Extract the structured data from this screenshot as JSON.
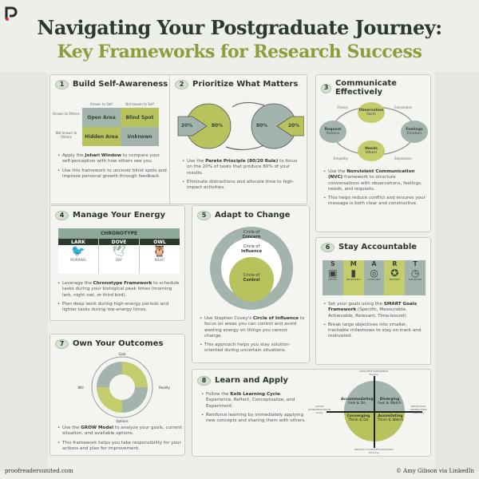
{
  "title": {
    "line1": "Navigating Your Postgraduate Journey:",
    "line2": "Key Frameworks for Research Success"
  },
  "colors": {
    "green": "#b9c35e",
    "sage": "#9fb2aa",
    "dark": "#2c3a2e",
    "olive": "#8e9c3c"
  },
  "cards": [
    {
      "num": "1",
      "title": "Build Self-Awareness",
      "grid": {
        "col1": "Known to Self",
        "col2": "Not known to Self",
        "row1": "Known to Others",
        "row2": "Not known to Others",
        "cells": [
          "Open Area",
          "Blind Spot",
          "Hidden Area",
          "Unknown"
        ]
      },
      "bullets": [
        {
          "pre": "Apply the ",
          "bold": "Johari Window",
          "post": " to compare your self-perception with how others see you."
        },
        {
          "pre": "Use this framework to uncover blind spots and improve personal growth through feedback.",
          "bold": "",
          "post": ""
        }
      ]
    },
    {
      "num": "2",
      "title": "Prioritize What Matters",
      "pie": {
        "small": "20%",
        "large": "80%"
      },
      "bullets": [
        {
          "pre": "Use the ",
          "bold": "Pareto Principle (80/20 Rule)",
          "post": " to focus on the 20% of tasks that produce 80% of your results."
        },
        {
          "pre": "Eliminate distractions and allocate time to high-impact activities.",
          "bold": "",
          "post": ""
        }
      ]
    },
    {
      "num": "3",
      "title": "Communicate Effectively",
      "nodes": [
        {
          "t": "Observation",
          "s": "Facts"
        },
        {
          "t": "Feelings",
          "s": "Emotion"
        },
        {
          "t": "Needs",
          "s": "Values"
        },
        {
          "t": "Request",
          "s": "Actions"
        }
      ],
      "arrows": [
        "Connection",
        "Expression",
        "Empathy",
        "Choice"
      ],
      "bullets": [
        {
          "pre": "Use the ",
          "bold": "Nonviolent Communication (NVC)",
          "post": " framework to structure conversations with observations, feelings, needs, and requests."
        },
        {
          "pre": "This helps reduce conflict and ensures your message is both clear and constructive.",
          "bold": "",
          "post": ""
        }
      ]
    },
    {
      "num": "4",
      "title": "Manage Your Energy",
      "chronotype": {
        "header": "CHRONOTYPE",
        "types": [
          {
            "n": "LARK",
            "t": "MORNING"
          },
          {
            "n": "DOVE",
            "t": "DAY"
          },
          {
            "n": "OWL",
            "t": "NIGHT"
          }
        ]
      },
      "bullets": [
        {
          "pre": "Leverage the ",
          "bold": "Chronotype Framework",
          "post": " to schedule tasks during your biological peak times (morning lark, night owl, or third bird)."
        },
        {
          "pre": "Plan deep work during high-energy periods and lighter tasks during low-energy times.",
          "bold": "",
          "post": ""
        }
      ]
    },
    {
      "num": "5",
      "title": "Adapt to Change",
      "circles": [
        {
          "a": "Circle of",
          "b": "Concern"
        },
        {
          "a": "Circle of",
          "b": "Influence"
        },
        {
          "a": "Circle of",
          "b": "Control"
        }
      ],
      "bullets": [
        {
          "pre": "Use Stephen Covey's ",
          "bold": "Circle of Influence",
          "post": " to focus on areas you can control and avoid wasting energy on things you cannot change."
        },
        {
          "pre": "This approach helps you stay solution-oriented during uncertain situations.",
          "bold": "",
          "post": ""
        }
      ]
    },
    {
      "num": "6",
      "title": "Stay Accountable",
      "smart": [
        {
          "l": "S",
          "w": "SPECIFIC",
          "i": "presenter"
        },
        {
          "l": "M",
          "w": "MEASURABLE",
          "i": "bar-chart"
        },
        {
          "l": "A",
          "w": "ACHIEVABLE",
          "i": "target"
        },
        {
          "l": "R",
          "w": "RELEVANT",
          "i": "star"
        },
        {
          "l": "T",
          "w": "TIME-BOUND",
          "i": "clock"
        }
      ],
      "bullets": [
        {
          "pre": "Set your goals using the ",
          "bold": "SMART Goals Framework",
          "post": " (Specific, Measurable, Achievable, Relevant, Time-bound)."
        },
        {
          "pre": "Break large objectives into smaller, trackable milestones to stay on track and motivated.",
          "bold": "",
          "post": ""
        }
      ]
    },
    {
      "num": "7",
      "title": "Own Your Outcomes",
      "grow": [
        "Goal",
        "Reality",
        "Options",
        "Will"
      ],
      "bullets": [
        {
          "pre": "Use the ",
          "bold": "GROW Model",
          "post": " to analyze your goals, current situation, and available options."
        },
        {
          "pre": "This framework helps you take responsibility for your actions and plan for improvement.",
          "bold": "",
          "post": ""
        }
      ]
    },
    {
      "num": "8",
      "title": "Learn and Apply",
      "kolb": {
        "top": "CONCRETE EXPERIENCE",
        "top_s": "Feeling",
        "right": "REFLECTIVE OBSERVATION",
        "right_s": "Watching",
        "bottom": "ABSTRACT CONCEPTUALIZATION",
        "bottom_s": "Thinking",
        "left": "ACTIVE EXPERIMENTATION",
        "left_s": "Doing",
        "q": [
          {
            "t": "Accommodating",
            "s": "Feel & Do"
          },
          {
            "t": "Diverging",
            "s": "Feel & Watch"
          },
          {
            "t": "Converging",
            "s": "Think & Do"
          },
          {
            "t": "Assimilating",
            "s": "Think & Watch"
          }
        ]
      },
      "bullets": [
        {
          "pre": "Follow the ",
          "bold": "Kolb Learning Cycle",
          "post": ": Experience, Reflect, Conceptualize, and Experiment."
        },
        {
          "pre": "Reinforce learning by immediately applying new concepts and sharing them with others.",
          "bold": "",
          "post": ""
        }
      ]
    }
  ],
  "footer": {
    "left": "proofreadersunited.com",
    "right": "© Amy Gibson via LinkedIn"
  }
}
